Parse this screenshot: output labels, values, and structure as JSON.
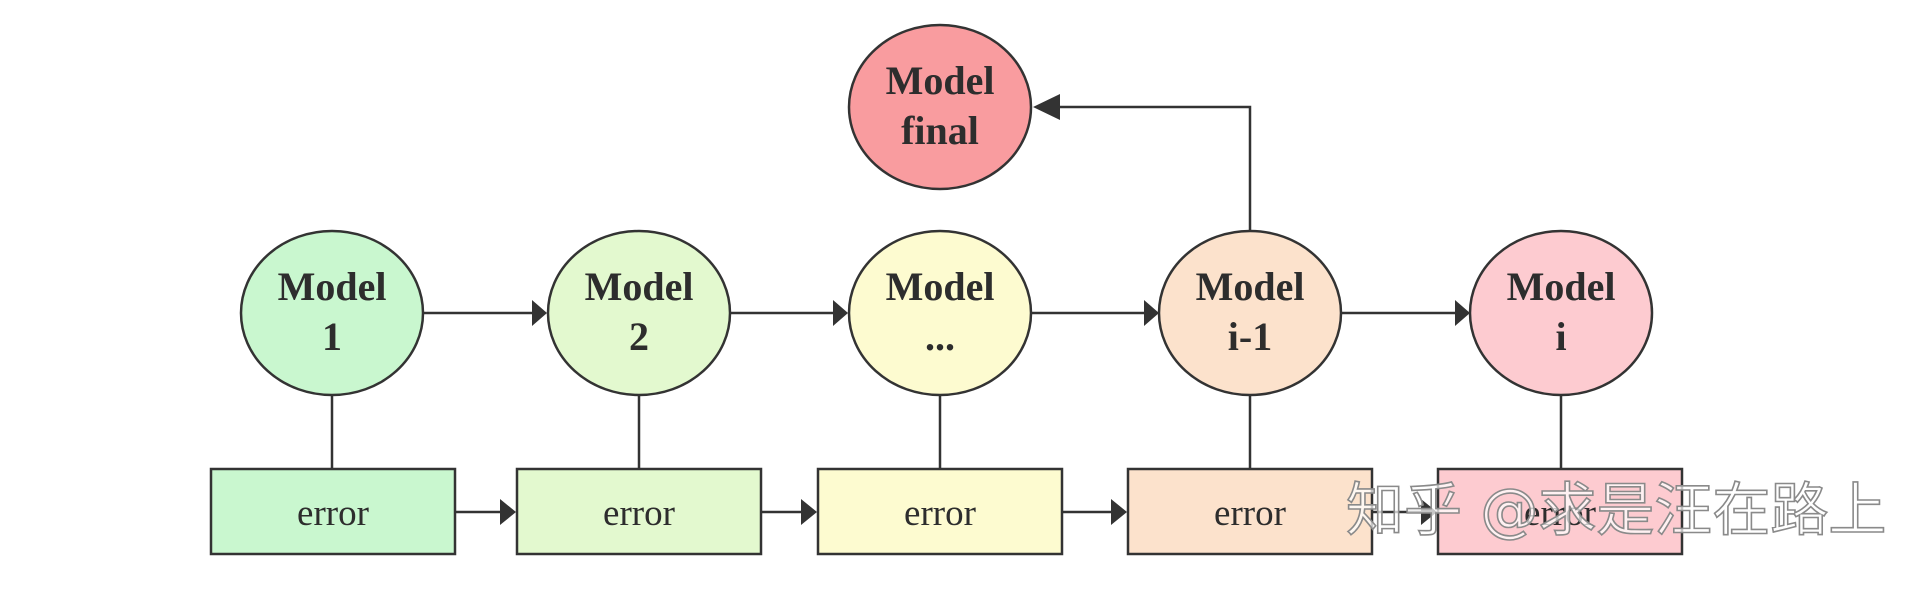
{
  "models": [
    {
      "line1": "Model",
      "line2": "1",
      "color": "#c9f7cf"
    },
    {
      "line1": "Model",
      "line2": "2",
      "color": "#e3f9cf"
    },
    {
      "line1": "Model",
      "line2": "...",
      "color": "#fdfbd0"
    },
    {
      "line1": "Model",
      "line2": "i-1",
      "color": "#fce2cc"
    },
    {
      "line1": "Model",
      "line2": "i",
      "color": "#fdcbd0"
    }
  ],
  "final_model": {
    "line1": "Model",
    "line2": "final",
    "color": "#f99c9f"
  },
  "errors": [
    {
      "label": "error",
      "color": "#c9f7cf"
    },
    {
      "label": "error",
      "color": "#e3f9cf"
    },
    {
      "label": "error",
      "color": "#fdfbd0"
    },
    {
      "label": "error",
      "color": "#fce2cc"
    },
    {
      "label": "error",
      "color": "#fdcbd0"
    }
  ],
  "stroke_color": "#333333",
  "watermark": "知乎 @求是汪在路上"
}
